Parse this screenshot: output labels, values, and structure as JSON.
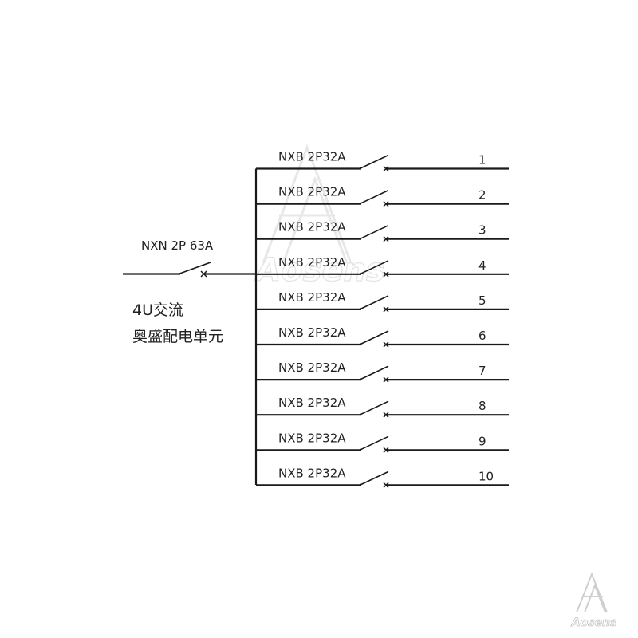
{
  "main_breaker": {
    "label": "NXN 2P 63A"
  },
  "unit_label": {
    "line1": "4U交流",
    "line2": "奥盛配电单元"
  },
  "branches": [
    {
      "label": "NXB 2P32A",
      "number": "1"
    },
    {
      "label": "NXB 2P32A",
      "number": "2"
    },
    {
      "label": "NXB 2P32A",
      "number": "3"
    },
    {
      "label": "NXB 2P32A",
      "number": "4"
    },
    {
      "label": "NXB 2P32A",
      "number": "5"
    },
    {
      "label": "NXB 2P32A",
      "number": "6"
    },
    {
      "label": "NXB 2P32A",
      "number": "7"
    },
    {
      "label": "NXB 2P32A",
      "number": "8"
    },
    {
      "label": "NXB 2P32A",
      "number": "9"
    },
    {
      "label": "NXB 2P32A",
      "number": "10"
    }
  ],
  "watermark": {
    "text": "Aosens",
    "icon": "aosens-logo-icon"
  },
  "colors": {
    "line": "#1a1a1a",
    "text": "#222222",
    "watermark": "#d9d9d9"
  }
}
